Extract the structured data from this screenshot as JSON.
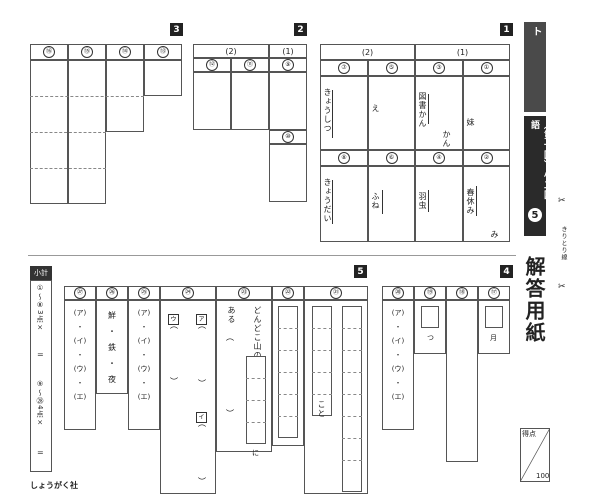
{
  "header": {
    "title": "最レベ学力テスト",
    "subtitle": "（第一回）小二国語",
    "number": "5",
    "answer_sheet_label": "解答用紙"
  },
  "side_text": "きりとり線",
  "publisher": "しょうがく社",
  "score": {
    "label": "得点",
    "max": "100"
  },
  "subtotal": {
    "label": "小計",
    "line1": "①〜⑧3点×",
    "eq1": "=",
    "line2": "⑨〜㉘4点×",
    "eq2": "="
  },
  "section1": {
    "num": "1",
    "groups": [
      "(2)",
      "(1)"
    ],
    "items": [
      {
        "no": "⑦",
        "text": "きょうしつ"
      },
      {
        "no": "⑤",
        "text": "え"
      },
      {
        "no": "③",
        "text": "図書かん"
      },
      {
        "no": "①",
        "text": "妹"
      },
      {
        "no": "⑧",
        "text": "きょうだい"
      },
      {
        "no": "⑥",
        "text": "ふね"
      },
      {
        "no": "④",
        "text": "羽虫"
      },
      {
        "no": "②",
        "text": "春休み"
      }
    ],
    "extra": [
      "かん",
      "み"
    ]
  },
  "section2": {
    "num": "2",
    "groups": [
      "(2)",
      "(1)"
    ],
    "items": [
      "⑫",
      "⑪",
      "⑨",
      "⑩"
    ]
  },
  "section3": {
    "num": "3",
    "items": [
      "⑯",
      "⑮",
      "⑭",
      "⑬"
    ]
  },
  "section4": {
    "num": "4",
    "items": [
      "⑳",
      "⑲",
      "⑱",
      "⑰"
    ],
    "choices": [
      "ア",
      "イ",
      "ウ",
      "エ"
    ],
    "tsu": "つ",
    "tsuki": "月"
  },
  "section5": {
    "num": "5",
    "items": [
      "㉗",
      "㉖",
      "㉕",
      "㉔",
      "㉓",
      "㉒",
      "㉑"
    ],
    "choices": [
      "ア",
      "イ",
      "ウ",
      "エ"
    ],
    "words": [
      "鮮",
      "・",
      "鉄",
      "・",
      "夜"
    ],
    "q24": [
      "ウ",
      "ア",
      "イ"
    ],
    "q23_text": "どんどこ山の",
    "q23_aru": "ある",
    "q23_ni": "に",
    "q21_koto": "こと"
  }
}
